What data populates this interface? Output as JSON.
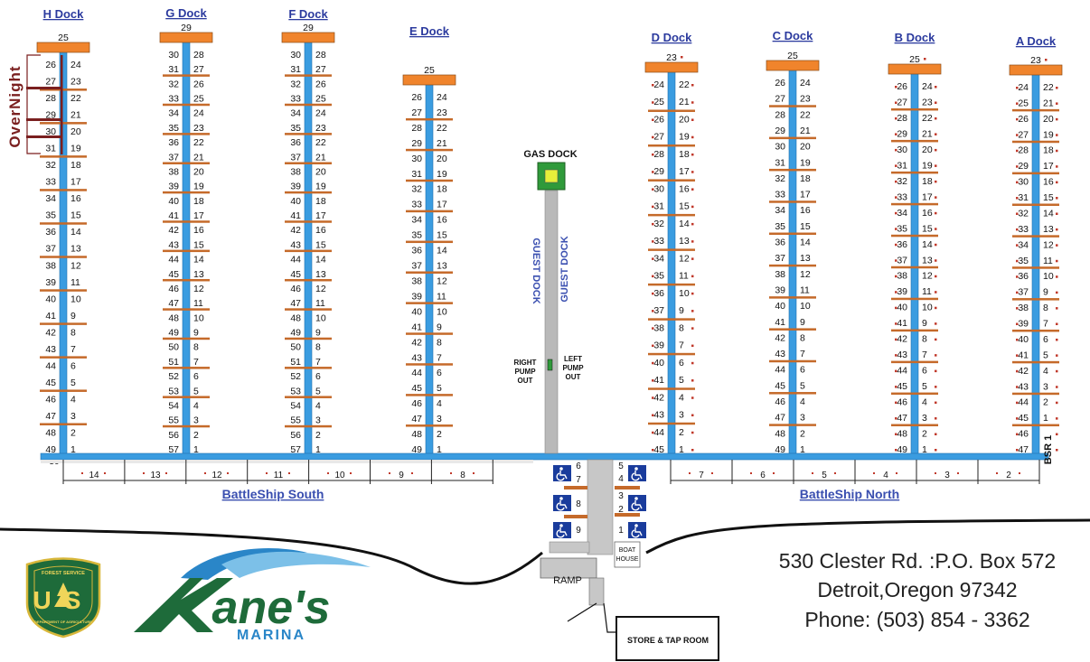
{
  "colors": {
    "walkway": "#3a9ce0",
    "walkway_edge": "#1e6fae",
    "finger": "#c56a2a",
    "end_cap": "#f0842c",
    "gas_dock": "#2f9a3a",
    "gas_pump": "#e6ef3a",
    "guest_dock": "#b9b9b9",
    "label_blue": "#3a4fb0",
    "overnight": "#7a1f1f",
    "ada_blue": "#1a3c9c",
    "logo_green": "#1e6b3a"
  },
  "docks": [
    {
      "name": "H Dock",
      "cap": "25",
      "left": [
        "26",
        "27",
        "28",
        "29",
        "30",
        "31",
        "32",
        "33",
        "34",
        "35",
        "36",
        "37",
        "38",
        "39",
        "40",
        "41",
        "42",
        "43",
        "44",
        "45",
        "46",
        "47",
        "48",
        "49"
      ],
      "right": [
        "24",
        "23",
        "22",
        "21",
        "20",
        "19",
        "18",
        "17",
        "16",
        "15",
        "14",
        "13",
        "12",
        "11",
        "10",
        "9",
        "8",
        "7",
        "6",
        "5",
        "4",
        "3",
        "2",
        "1"
      ]
    },
    {
      "name": "G Dock",
      "cap": "29",
      "left": [
        "30",
        "31",
        "32",
        "33",
        "34",
        "35",
        "36",
        "37",
        "38",
        "39",
        "40",
        "41",
        "42",
        "43",
        "44",
        "45",
        "46",
        "47",
        "48",
        "49",
        "50",
        "51",
        "52",
        "53",
        "54",
        "55",
        "56",
        "57"
      ],
      "right": [
        "28",
        "27",
        "26",
        "25",
        "24",
        "23",
        "22",
        "21",
        "20",
        "19",
        "18",
        "17",
        "16",
        "15",
        "14",
        "13",
        "12",
        "11",
        "10",
        "9",
        "8",
        "7",
        "6",
        "5",
        "4",
        "3",
        "2",
        "1"
      ]
    },
    {
      "name": "F Dock",
      "cap": "29",
      "left": [
        "30",
        "31",
        "32",
        "33",
        "34",
        "35",
        "36",
        "37",
        "38",
        "39",
        "40",
        "41",
        "42",
        "43",
        "44",
        "45",
        "46",
        "47",
        "48",
        "49",
        "50",
        "51",
        "52",
        "53",
        "54",
        "55",
        "56",
        "57"
      ],
      "right": [
        "28",
        "27",
        "26",
        "25",
        "24",
        "23",
        "22",
        "21",
        "20",
        "19",
        "18",
        "17",
        "16",
        "15",
        "14",
        "13",
        "12",
        "11",
        "10",
        "9",
        "8",
        "7",
        "6",
        "5",
        "4",
        "3",
        "2",
        "1"
      ]
    },
    {
      "name": "E Dock",
      "cap": "25",
      "left": [
        "26",
        "27",
        "28",
        "29",
        "30",
        "31",
        "32",
        "33",
        "34",
        "35",
        "36",
        "37",
        "38",
        "39",
        "40",
        "41",
        "42",
        "43",
        "44",
        "45",
        "46",
        "47",
        "48",
        "49"
      ],
      "right": [
        "24",
        "23",
        "22",
        "21",
        "20",
        "19",
        "18",
        "17",
        "16",
        "15",
        "14",
        "13",
        "12",
        "11",
        "10",
        "9",
        "8",
        "7",
        "6",
        "5",
        "4",
        "3",
        "2",
        "1"
      ]
    },
    {
      "name": "D Dock",
      "cap": "23",
      "left": [
        "24",
        "25",
        "26",
        "27",
        "28",
        "29",
        "30",
        "31",
        "32",
        "33",
        "34",
        "35",
        "36",
        "37",
        "38",
        "39",
        "40",
        "41",
        "42",
        "43",
        "44",
        "45"
      ],
      "right": [
        "22",
        "21",
        "20",
        "19",
        "18",
        "17",
        "16",
        "15",
        "14",
        "13",
        "12",
        "11",
        "10",
        "9",
        "8",
        "7",
        "6",
        "5",
        "4",
        "3",
        "2",
        "1"
      ]
    },
    {
      "name": "C Dock",
      "cap": "25",
      "left": [
        "26",
        "27",
        "28",
        "29",
        "30",
        "31",
        "32",
        "33",
        "34",
        "35",
        "36",
        "37",
        "38",
        "39",
        "40",
        "41",
        "42",
        "43",
        "44",
        "45",
        "46",
        "47",
        "48",
        "49"
      ],
      "right": [
        "24",
        "23",
        "22",
        "21",
        "20",
        "19",
        "18",
        "17",
        "16",
        "15",
        "14",
        "13",
        "12",
        "11",
        "10",
        "9",
        "8",
        "7",
        "6",
        "5",
        "4",
        "3",
        "2",
        "1"
      ]
    },
    {
      "name": "B Dock",
      "cap": "25",
      "left": [
        "26",
        "27",
        "28",
        "29",
        "30",
        "31",
        "32",
        "33",
        "34",
        "35",
        "36",
        "37",
        "38",
        "39",
        "40",
        "41",
        "42",
        "43",
        "44",
        "45",
        "46",
        "47",
        "48",
        "49"
      ],
      "right": [
        "24",
        "23",
        "22",
        "21",
        "20",
        "19",
        "18",
        "17",
        "16",
        "15",
        "14",
        "13",
        "12",
        "11",
        "10",
        "9",
        "8",
        "7",
        "6",
        "5",
        "4",
        "3",
        "2",
        "1"
      ]
    },
    {
      "name": "A Dock",
      "cap": "23",
      "left": [
        "24",
        "25",
        "26",
        "27",
        "28",
        "29",
        "30",
        "31",
        "32",
        "33",
        "34",
        "35",
        "36",
        "37",
        "38",
        "39",
        "40",
        "41",
        "42",
        "43",
        "44",
        "45",
        "46",
        "47"
      ],
      "right": [
        "22",
        "21",
        "20",
        "19",
        "18",
        "17",
        "16",
        "15",
        "14",
        "13",
        "12",
        "11",
        "10",
        "9",
        "8",
        "7",
        "6",
        "5",
        "4",
        "3",
        "2",
        "1"
      ]
    }
  ],
  "h_dock_extra": "50",
  "overnight_label": "OverNight",
  "gas_dock_label": "GAS DOCK",
  "guest_dock_label": "GUEST DOCK",
  "right_pump_out": [
    "RIGHT",
    "PUMP",
    "OUT"
  ],
  "left_pump_out": [
    "LEFT",
    "PUMP",
    "OUT"
  ],
  "bsr_label": "BSR 1",
  "battleship_south": {
    "label": "BattleShip South",
    "slips": [
      "14",
      "13",
      "12",
      "11",
      "10",
      "9",
      "8"
    ]
  },
  "battleship_north": {
    "label": "BattleShip North",
    "slips": [
      "7",
      "6",
      "5",
      "4",
      "3",
      "2"
    ]
  },
  "ada_left": [
    "6",
    "7",
    "8",
    "9"
  ],
  "ada_right": [
    "5",
    "4",
    "3",
    "2",
    "1"
  ],
  "boat_house": [
    "BOAT",
    "HOUSE"
  ],
  "ramp_label": "RAMP",
  "store_label": "STORE & TAP ROOM",
  "address": {
    "line1": "530 Clester Rd. :P.O. Box 572",
    "line2": "Detroit,Oregon 97342",
    "line3": "Phone: (503) 854 - 3362"
  },
  "forest_service": {
    "top": "FOREST SERVICE",
    "letters": "US",
    "bottom": "DEPARTMENT OF AGRICULTURE"
  },
  "logo": {
    "name": "Kane's",
    "sub": "MARINA"
  }
}
